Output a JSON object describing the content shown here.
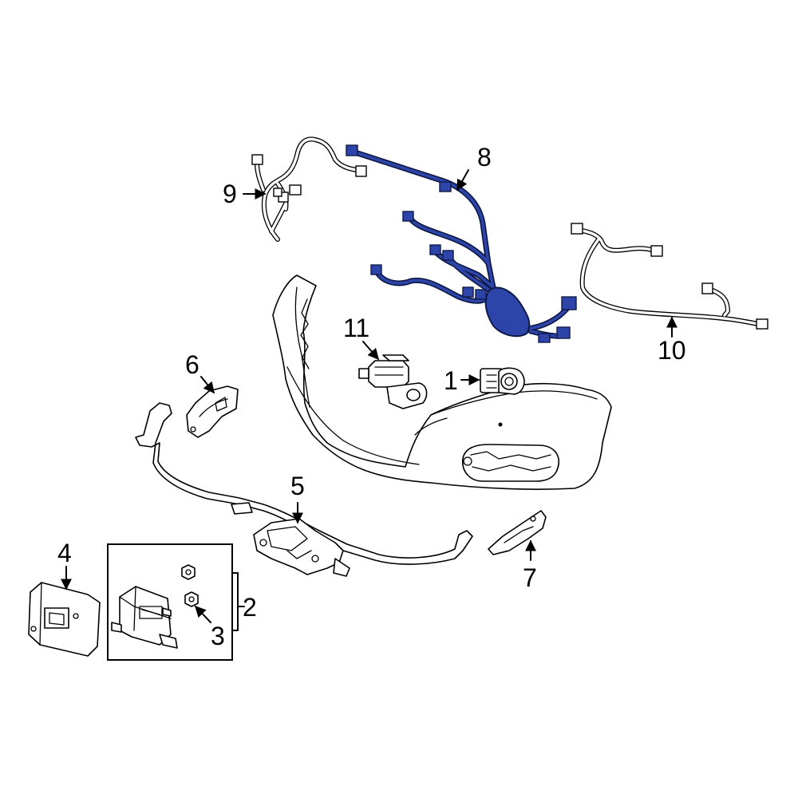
{
  "colors": {
    "highlight": "#2d45a8",
    "highlight_outline": "#0f1a4a",
    "line": "#000000",
    "background": "#ffffff"
  },
  "callouts": {
    "c1": "1",
    "c2": "2",
    "c3": "3",
    "c4": "4",
    "c5": "5",
    "c6": "6",
    "c7": "7",
    "c8": "8",
    "c9": "9",
    "c10": "10",
    "c11": "11"
  },
  "highlighted_part": "8"
}
